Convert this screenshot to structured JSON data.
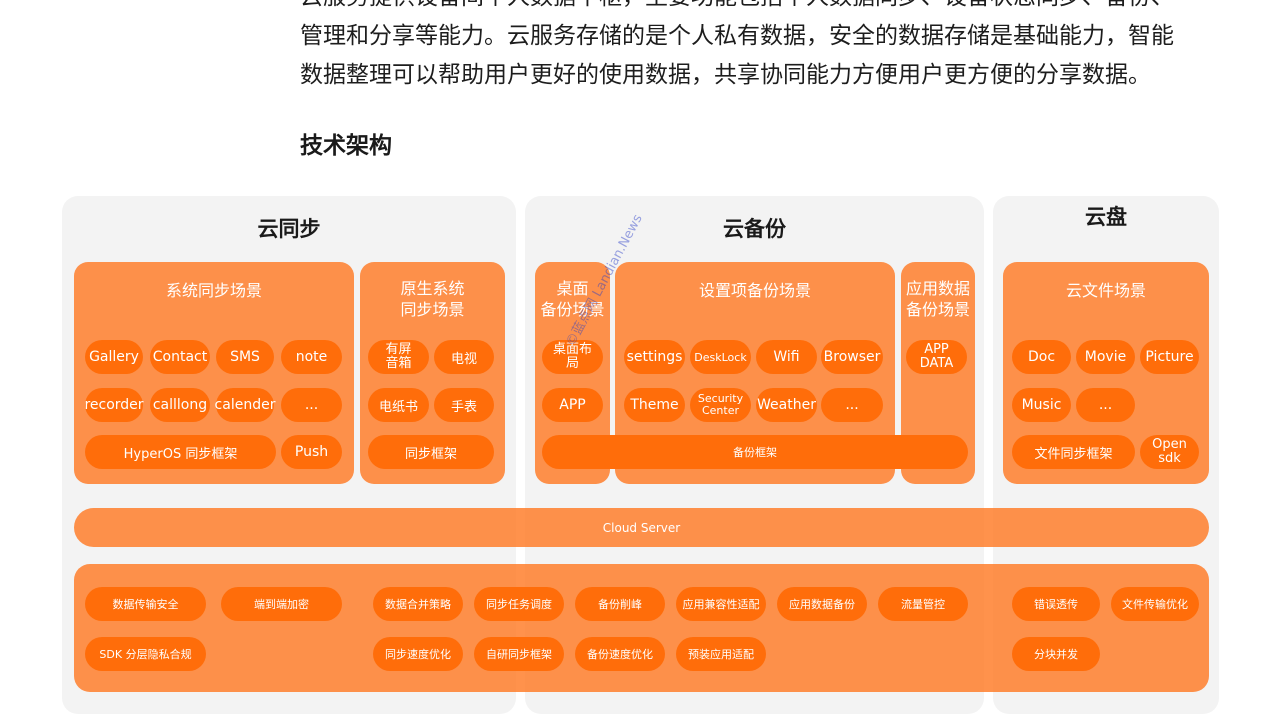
{
  "intro": {
    "lines": [
      "云服务提供设备间个人数据中枢，主要功能包括个人数据同步、设备状态同步、备份、",
      "管理和分享等能力。云服务存储的是个人私有数据，安全的数据存储是基础能力，智能",
      "数据整理可以帮助用户更好的使用数据，共享协同能力方便用户更方便的分享数据。"
    ]
  },
  "section_title": "技术架构",
  "panels": {
    "sync": "云同步",
    "backup": "云备份",
    "drive": "云盘"
  },
  "cards": {
    "sys_sync": {
      "title": "系统同步场景",
      "items": [
        "Gallery",
        "Contact",
        "SMS",
        "note",
        "recorder",
        "calllong",
        "calender",
        "..."
      ],
      "framework": "HyperOS 同步框架",
      "push": "Push"
    },
    "native_sync": {
      "title": "原生系统\n同步场景",
      "items": [
        "有屏\n音箱",
        "电视",
        "电纸书",
        "手表"
      ],
      "framework": "同步框架"
    },
    "desktop_backup": {
      "title": "桌面\n备份场景",
      "items": [
        "桌面布\n局",
        "APP"
      ]
    },
    "settings_backup": {
      "title": "设置项备份场景",
      "items": [
        "settings",
        "DeskLock",
        "Wifi",
        "Browser",
        "Theme",
        "Security\nCenter",
        "Weather",
        "..."
      ]
    },
    "app_backup": {
      "title": "应用数据\n备份场景",
      "items": [
        "APP\nDATA"
      ]
    },
    "backup_framework": "备份框架",
    "file_drive": {
      "title": "云文件场景",
      "items": [
        "Doc",
        "Movie",
        "Picture",
        "Music",
        "..."
      ],
      "framework": "文件同步框架",
      "open_sdk": "Open\nsdk"
    }
  },
  "cloud_server": "Cloud Server",
  "bottom": {
    "sync": [
      "数据传输安全",
      "端到端加密",
      "SDK 分层隐私合规"
    ],
    "backup_row1": [
      "数据合并策略",
      "同步任务调度",
      "备份削峰",
      "应用兼容性适配",
      "应用数据备份",
      "流量管控"
    ],
    "backup_row2": [
      "同步速度优化",
      "自研同步框架",
      "备份速度优化",
      "预装应用适配"
    ],
    "drive": [
      "错误透传",
      "文件传输优化",
      "分块并发"
    ]
  },
  "watermark": "©蓝点网 Landian.News",
  "colors": {
    "accent": "#ff6d0a",
    "card": "#ff9a55",
    "panel": "#f3f3f3"
  }
}
